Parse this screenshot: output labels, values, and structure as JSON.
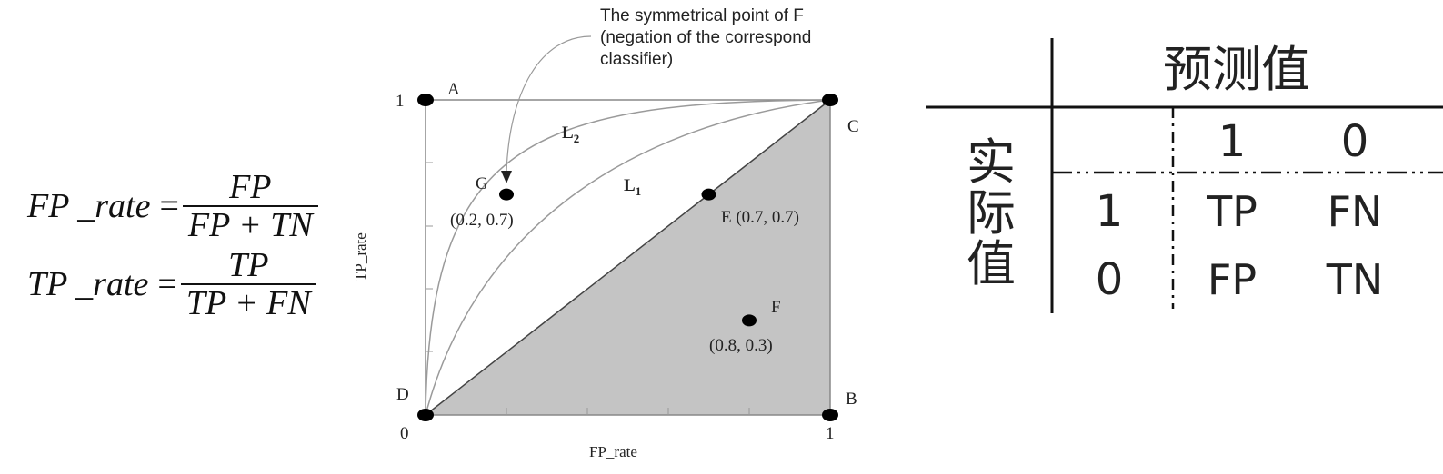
{
  "formulas": {
    "fp_rate": {
      "lhs": "FP _rate",
      "eq": "=",
      "numerator": "FP",
      "denominator": "FP + TN"
    },
    "tp_rate": {
      "lhs": "TP _rate",
      "eq": "=",
      "numerator": "TP",
      "denominator": "TP + FN"
    }
  },
  "roc": {
    "annotation": [
      "The symmetrical point of F",
      "(negation of the correspond",
      "classifier)"
    ],
    "x_label": "FP_rate",
    "y_label": "TP_rate",
    "ticks": {
      "x0": "0",
      "x1": "1",
      "y1": "1"
    },
    "corners": {
      "A": "A",
      "B": "B",
      "C": "C",
      "D": "D"
    },
    "curve_labels": {
      "L1": "L",
      "L1_sub": "1",
      "L2": "L",
      "L2_sub": "2"
    },
    "points": [
      {
        "name": "G",
        "label": "G",
        "coords": "(0.2, 0.7)",
        "x": 0.2,
        "y": 0.7
      },
      {
        "name": "E",
        "label": "E (0.7, 0.7)",
        "coords": "",
        "x": 0.7,
        "y": 0.7
      },
      {
        "name": "F",
        "label": "F",
        "coords": "(0.8, 0.3)",
        "x": 0.8,
        "y": 0.3
      }
    ],
    "colors": {
      "shaded": "#c4c4c4",
      "curve": "#9a9a9a"
    }
  },
  "matrix": {
    "predicted_header": "预测值",
    "actual_header": [
      "实",
      "际",
      "值"
    ],
    "pred_cols": [
      "1",
      "0"
    ],
    "actual_rows": [
      "1",
      "0"
    ],
    "cells": [
      [
        "TP",
        "FN"
      ],
      [
        "FP",
        "TN"
      ]
    ]
  }
}
